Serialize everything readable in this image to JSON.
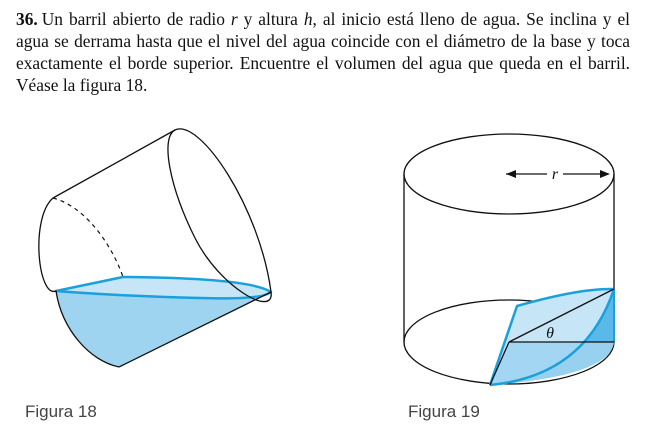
{
  "problem": {
    "number": "36.",
    "seg1": "Un barril abierto de radio ",
    "var_r": "r",
    "seg2": " y altura ",
    "var_h": "h",
    "seg3": ", al inicio está lleno de agua. Se inclina y el agua se derrama hasta que el nivel del agua coincide con el diámetro de la base y toca exactamente el borde superior. Encuentre el volumen del agua que queda en el barril. Véase la figura 18."
  },
  "figure18": {
    "caption": "Figura 18"
  },
  "figure19": {
    "caption": "Figura 19",
    "radius_label": "r",
    "angle_label": "θ"
  },
  "colors": {
    "line": "#111111",
    "water_light": "#c6e6f7",
    "water_medium": "#9fd4f1",
    "water_deep": "#5bb9ea",
    "water_edge": "#1aa0dd"
  }
}
